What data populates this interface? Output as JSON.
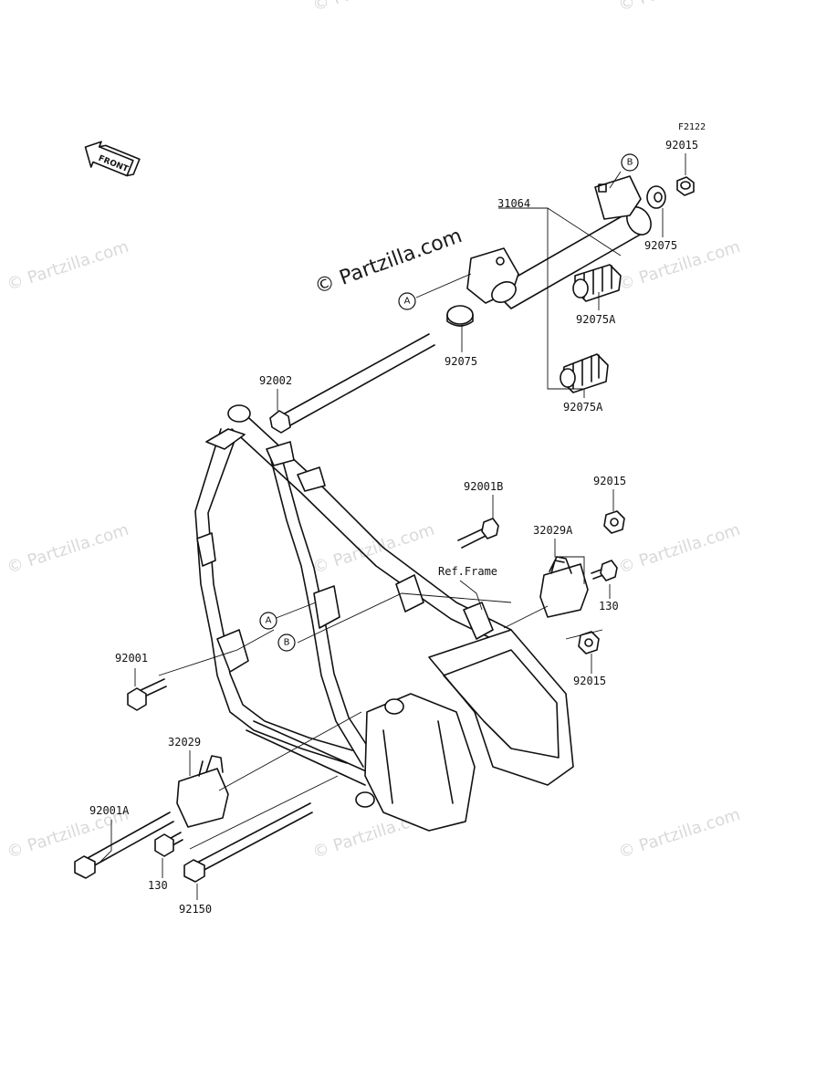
{
  "figure_code": "F2122",
  "front_label": "FRONT",
  "watermark_main": "© Partzilla.com",
  "watermark_repeat": "© Partzilla.com",
  "ref_markers": [
    "A",
    "B"
  ],
  "parts": {
    "p31064": "31064",
    "p92015_top": "92015",
    "p92075_right": "92075",
    "p92075A_top": "92075A",
    "p92075_left": "92075",
    "p92075A_bottom": "92075A",
    "p92002": "92002",
    "p92001B": "92001B",
    "p92015_mid": "92015",
    "p32029A": "32029A",
    "ref_frame": "Ref.Frame",
    "p130_right": "130",
    "p92015_low": "92015",
    "p92001": "92001",
    "p32029": "32029",
    "p92001A": "92001A",
    "p130_left": "130",
    "p92150": "92150"
  },
  "colors": {
    "line": "#111111",
    "watermark": "#d9d9d9"
  }
}
